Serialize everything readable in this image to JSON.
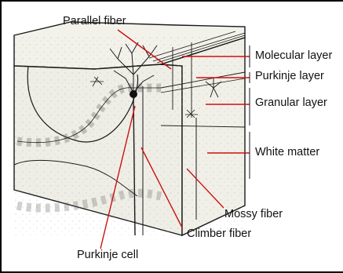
{
  "labels": {
    "parallel_fiber": "Parallel fiber",
    "molecular_layer": "Molecular layer",
    "purkinje_layer": "Purkinje layer",
    "granular_layer": "Granular layer",
    "white_matter": "White matter",
    "mossy_fiber": "Mossy fiber",
    "climber_fiber": "Climber fiber",
    "purkinje_cell": "Purkinje cell"
  },
  "colors": {
    "leader_line": "#cc1111",
    "tissue_fill": "#efeee6",
    "outline": "#1a1a1a",
    "background": "#ffffff"
  }
}
